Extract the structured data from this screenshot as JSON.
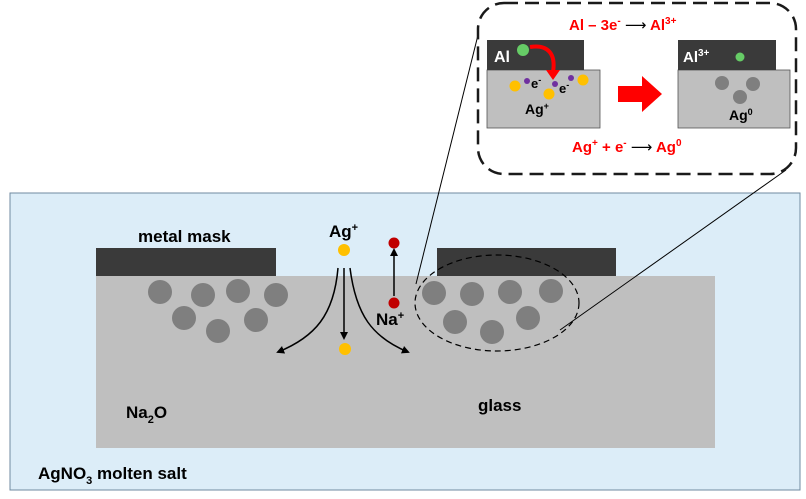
{
  "labels": {
    "salt_prefix": "AgNO",
    "salt_sub": "3",
    "salt_suffix": " molten salt",
    "oxide_prefix": "Na",
    "oxide_sub": "2",
    "oxide_suffix": "O",
    "glass": "glass",
    "metal_mask": "metal mask",
    "ag_ion": "Ag",
    "ag_ion_sup": "+",
    "na_ion": "Na",
    "na_ion_sup": "+"
  },
  "inset": {
    "al_label": "Al",
    "electron": "e",
    "electron_sup": "-",
    "ag_ion_label": "Ag",
    "ag_ion_sup": "+",
    "al3_label": "Al",
    "al3_sup": "3+",
    "ag0_label": "Ag",
    "ag0_sup": "0",
    "oxidation": {
      "lhs": "Al – 3e",
      "lhs_sup": "-",
      "arrow": "⟶",
      "rhs": "Al",
      "rhs_sup": "3+"
    },
    "reduction": {
      "lhs": "Ag",
      "lhs_sup": "+",
      "mid": " + e",
      "mid_sup": "-",
      "arrow": "⟶",
      "rhs": "Ag",
      "rhs_sup": "0"
    }
  },
  "colors": {
    "salt_bath": "#dcedf8",
    "glass": "#bfbfbf",
    "mask": "#3a3a3a",
    "particle": "#7f7f7f",
    "ag_ion": "#ffc000",
    "na_ion": "#c00000",
    "al_atom": "#66cc66",
    "electron": "#7030a0",
    "equation_red": "#ff0000"
  }
}
